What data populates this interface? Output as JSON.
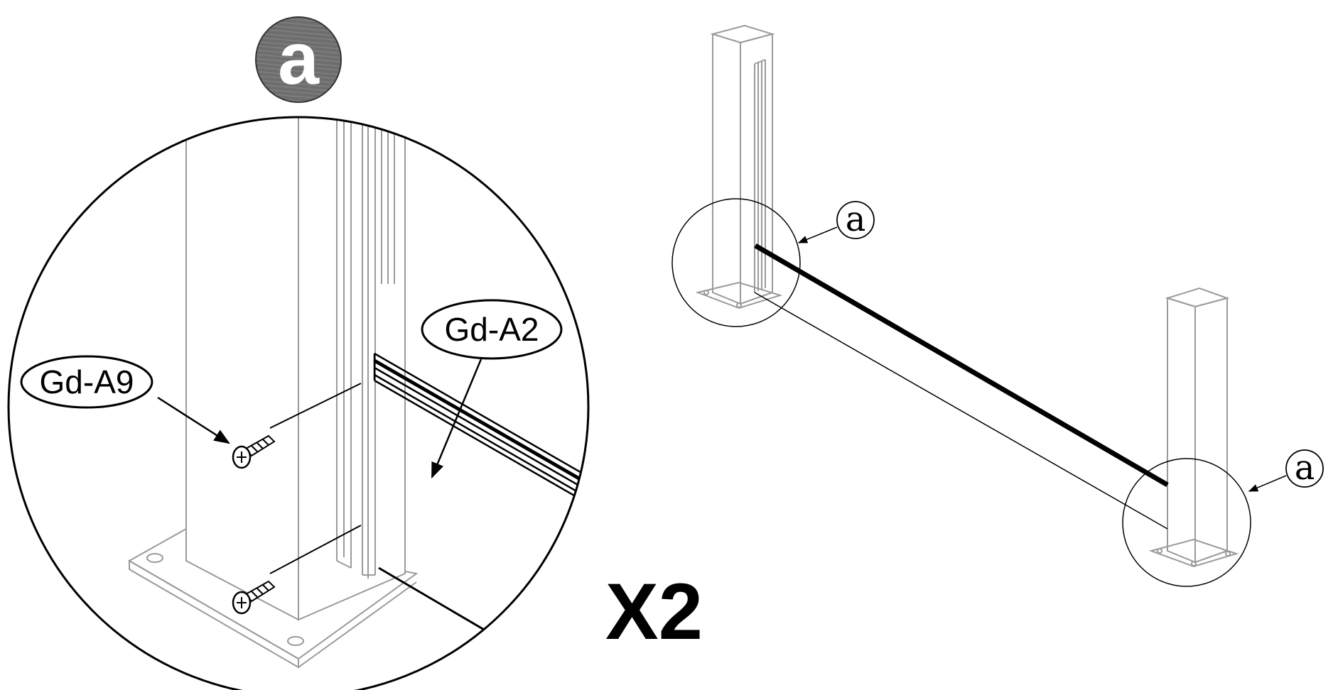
{
  "diagram": {
    "detail_badge": {
      "letter": "a",
      "color": "#6e6e6e"
    },
    "detail_view": {
      "part_labels": [
        {
          "id": "Gd-A9",
          "text": "Gd-A9"
        },
        {
          "id": "Gd-A2",
          "text": "Gd-A2"
        }
      ]
    },
    "multiplier": "X2",
    "overview_callouts": [
      {
        "text": "a"
      },
      {
        "text": "a"
      }
    ]
  }
}
